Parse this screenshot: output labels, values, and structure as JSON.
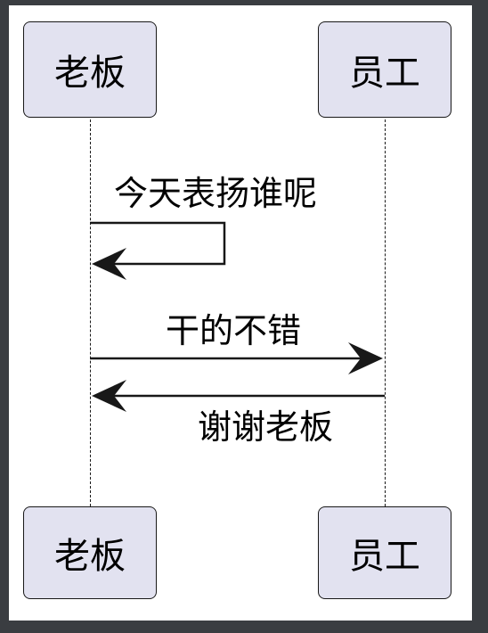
{
  "participants": {
    "boss": "老板",
    "employee": "员工"
  },
  "messages": [
    {
      "from": "boss",
      "to": "boss",
      "label": "今天表扬谁呢"
    },
    {
      "from": "boss",
      "to": "employee",
      "label": "干的不错"
    },
    {
      "from": "employee",
      "to": "boss",
      "label": "谢谢老板"
    }
  ],
  "colors": {
    "participant_fill": "#e2e2f0",
    "line": "#181818",
    "background": "#ffffff",
    "frame": "#3a3d41"
  }
}
